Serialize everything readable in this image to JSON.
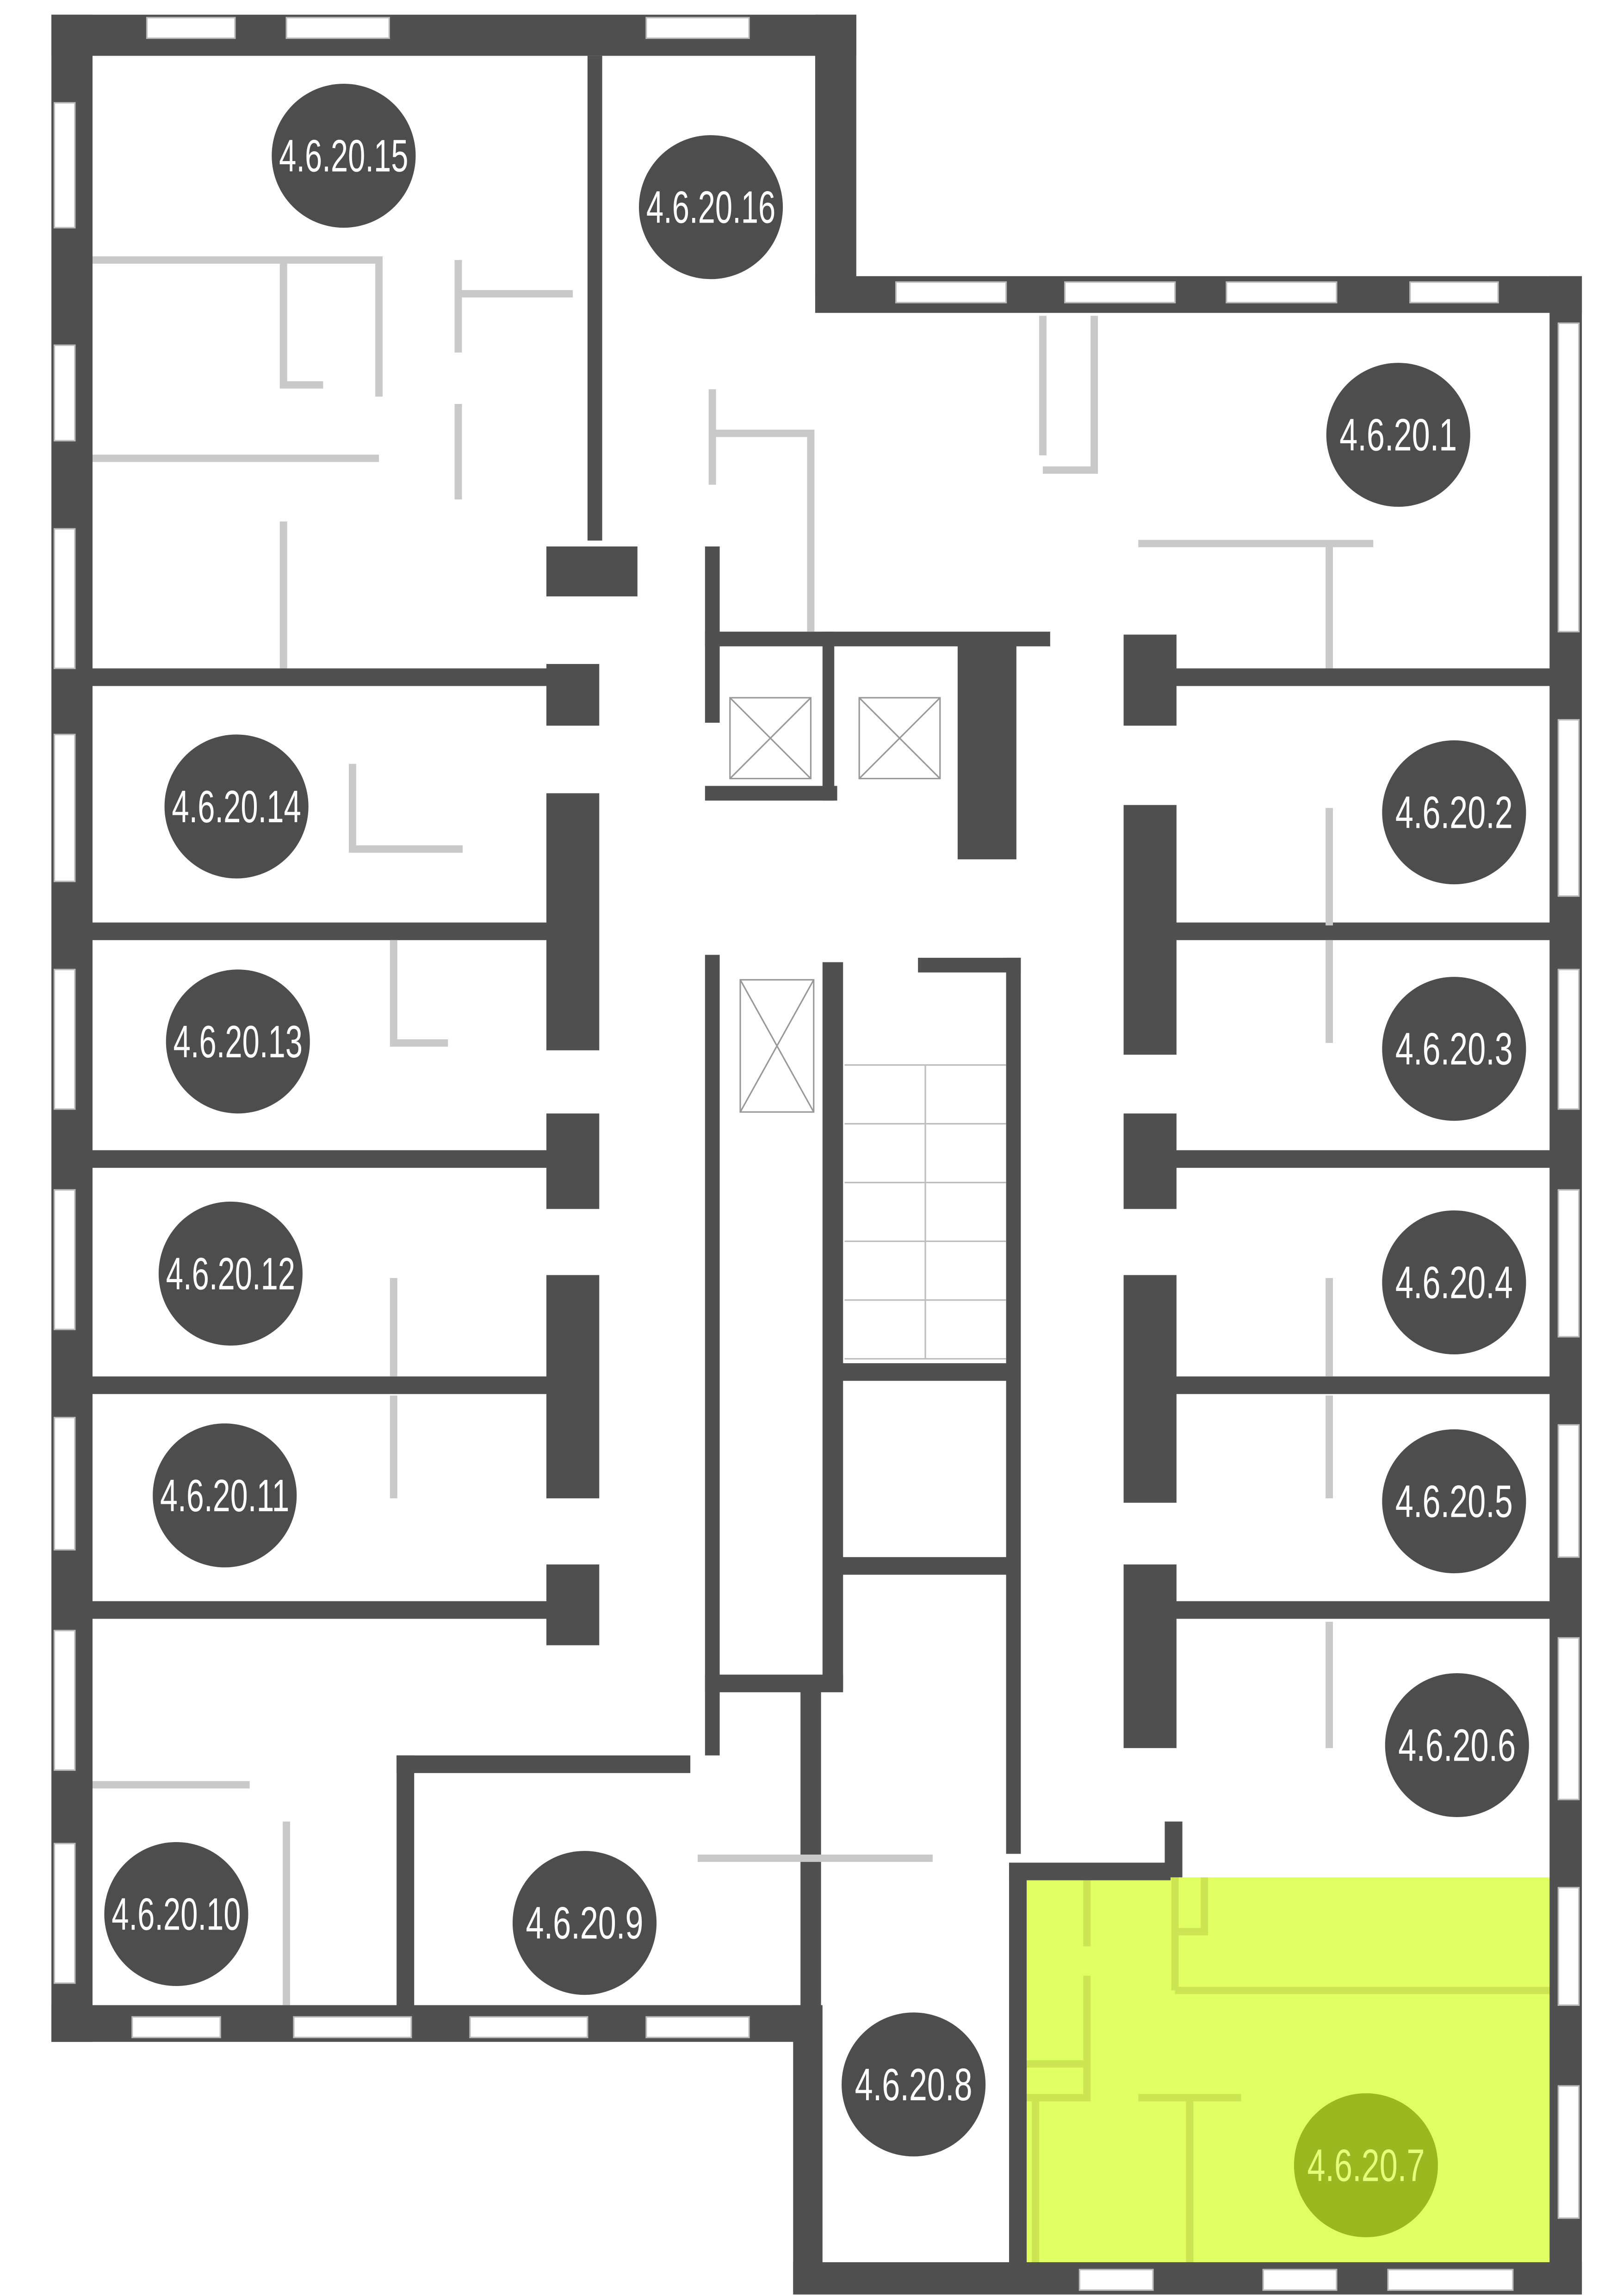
{
  "floor_plan": {
    "units": {
      "u1": "4.6.20.1",
      "u2": "4.6.20.2",
      "u3": "4.6.20.3",
      "u4": "4.6.20.4",
      "u5": "4.6.20.5",
      "u6": "4.6.20.6",
      "u7": "4.6.20.7",
      "u8": "4.6.20.8",
      "u9": "4.6.20.9",
      "u10": "4.6.20.10",
      "u11": "4.6.20.11",
      "u12": "4.6.20.12",
      "u13": "4.6.20.13",
      "u14": "4.6.20.14",
      "u15": "4.6.20.15",
      "u16": "4.6.20.16"
    },
    "selected_unit": "4.6.20.7",
    "colors": {
      "wall": "#505050",
      "badge": "#4d4d4d",
      "highlight": "#e0ff63",
      "highlight_badge": "#9bb820"
    }
  }
}
